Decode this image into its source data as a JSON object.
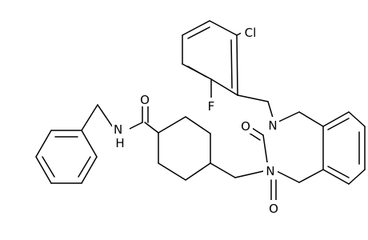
{
  "molecule": {
    "atoms": {
      "amide_o": "O",
      "amide_nh": "N\nH",
      "chloro": "Cl",
      "fluoro": "F",
      "n1": "N",
      "n3": "N",
      "c2_o": "O",
      "c4_o": "O"
    }
  },
  "colors": {
    "bond": "#000000",
    "label": "#000000",
    "background": "#ffffff"
  }
}
